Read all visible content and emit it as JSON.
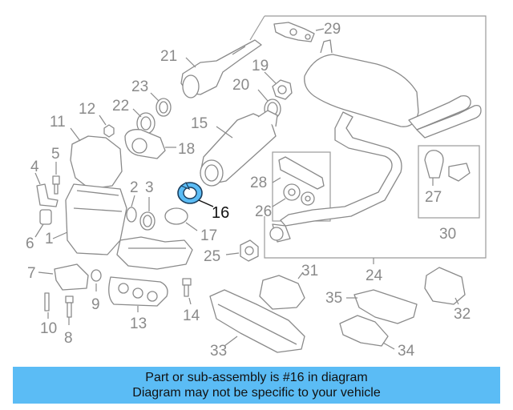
{
  "diagram": {
    "highlight_color": "#5bbcf5",
    "highlighted_part": "16",
    "labels": {
      "p1": "1",
      "p2": "2",
      "p3": "3",
      "p4": "4",
      "p5": "5",
      "p6": "6",
      "p7": "7",
      "p8": "8",
      "p9": "9",
      "p10": "10",
      "p11": "11",
      "p12": "12",
      "p13": "13",
      "p14": "14",
      "p15": "15",
      "p16": "16",
      "p17": "17",
      "p18": "18",
      "p19": "19",
      "p20": "20",
      "p21": "21",
      "p22": "22",
      "p23": "23",
      "p24": "24",
      "p25": "25",
      "p26": "26",
      "p27": "27",
      "p28": "28",
      "p29": "29",
      "p30": "30",
      "p31": "31",
      "p32": "32",
      "p33": "33",
      "p34": "34",
      "p35": "35"
    }
  },
  "banner": {
    "line1": "Part or sub-assembly is #16 in diagram",
    "line2": "Diagram may not be specific to your vehicle"
  }
}
